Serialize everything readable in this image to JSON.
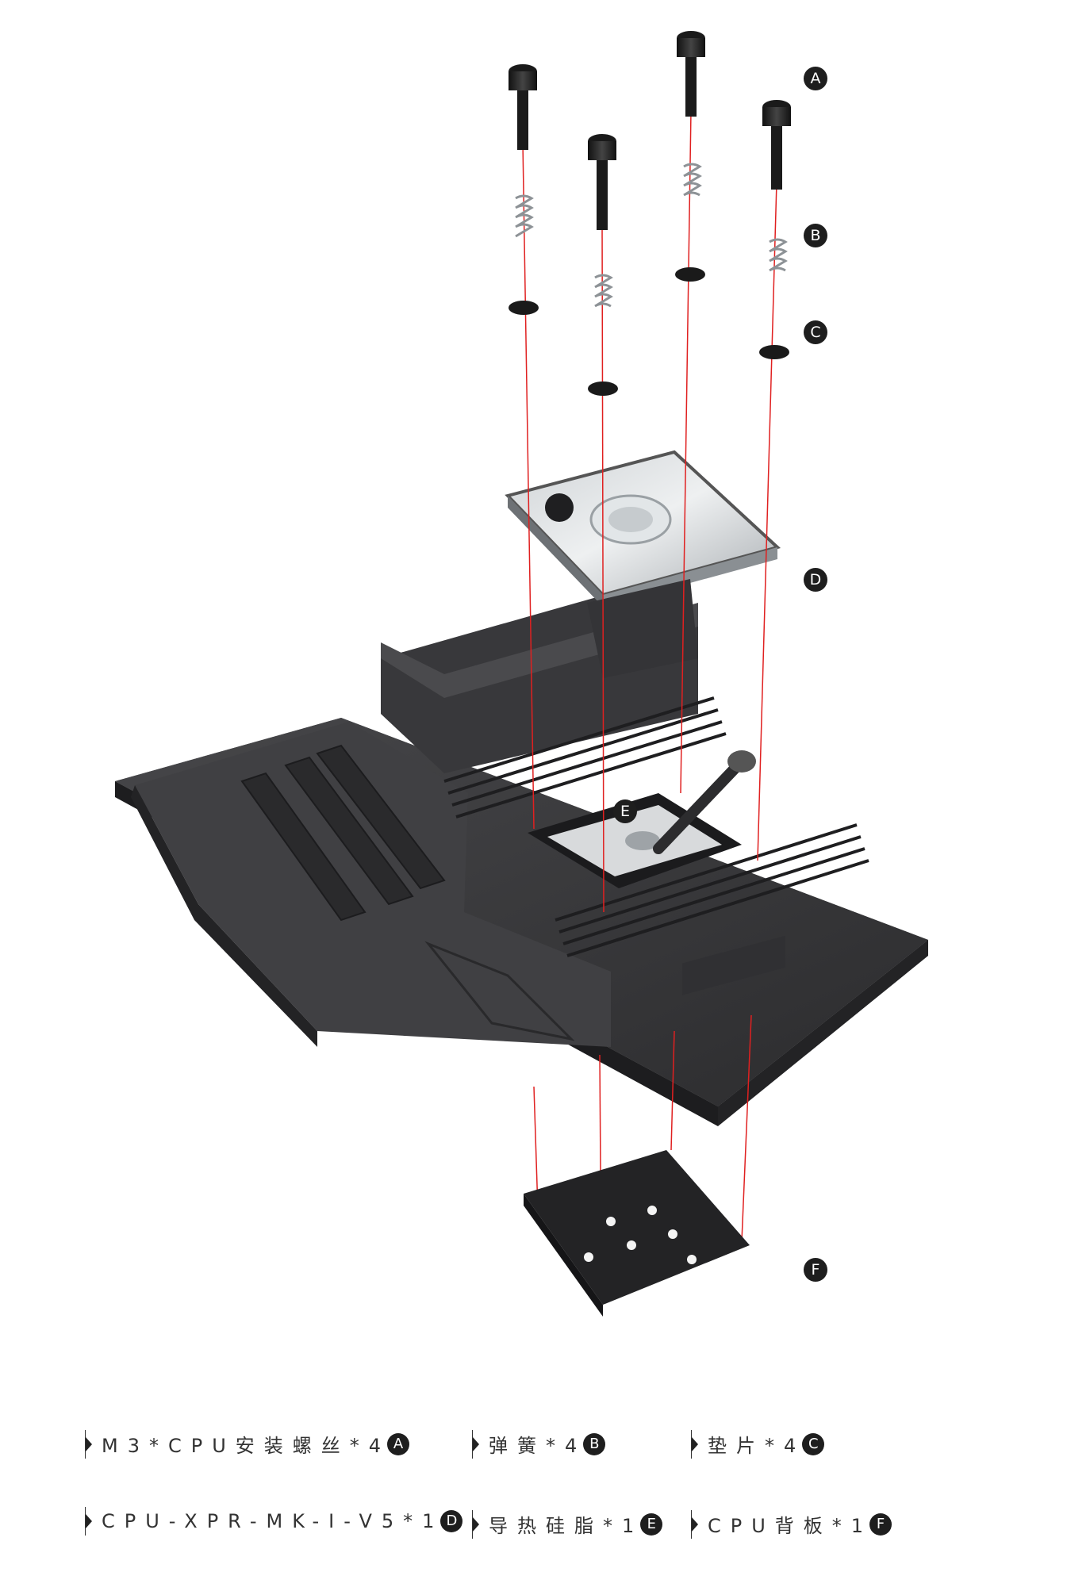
{
  "callouts": [
    "A",
    "B",
    "C",
    "D",
    "E",
    "F"
  ],
  "legend": [
    {
      "label": "M3*CPU安装螺丝*4",
      "letter": "A"
    },
    {
      "label": "弹簧*4",
      "letter": "B"
    },
    {
      "label": "垫片*4",
      "letter": "C"
    },
    {
      "label": "CPU-XPR-MK-I-V5*1",
      "letter": "D"
    },
    {
      "label": "导热硅脂*1",
      "letter": "E"
    },
    {
      "label": "CPU背板*1",
      "letter": "F"
    }
  ],
  "colors": {
    "guide_line": "#e02020",
    "callout_bg": "#1e1e1e",
    "board": "#3a3a3c"
  }
}
